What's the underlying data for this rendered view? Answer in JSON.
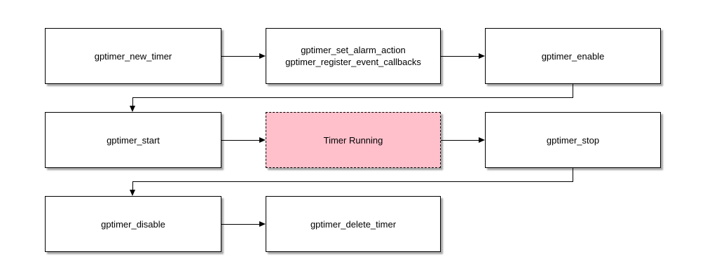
{
  "nodes": {
    "new_timer": {
      "label": "gptimer_new_timer"
    },
    "set_alarm": {
      "line1": "gptimer_set_alarm_action",
      "line2": "gptimer_register_event_callbacks"
    },
    "enable": {
      "label": "gptimer_enable"
    },
    "start": {
      "label": "gptimer_start"
    },
    "timer_running": {
      "label": "Timer Running"
    },
    "stop": {
      "label": "gptimer_stop"
    },
    "disable": {
      "label": "gptimer_disable"
    },
    "delete_timer": {
      "label": "gptimer_delete_timer"
    }
  },
  "colors": {
    "background": "#ffffff",
    "node_fill": "#ffffff",
    "node_border": "#000000",
    "highlight_fill": "#ffc0cb",
    "connector": "#000000"
  }
}
